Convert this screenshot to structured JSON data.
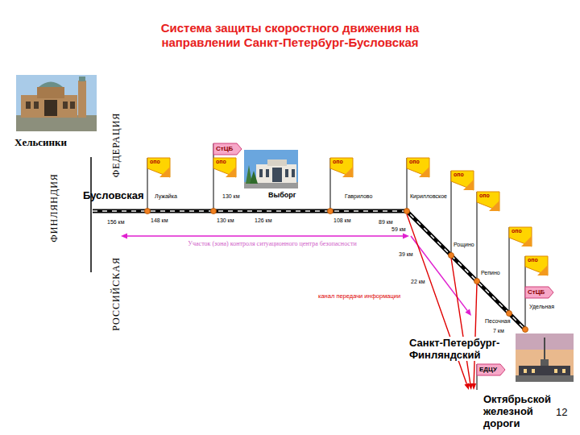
{
  "diagram": {
    "title": "Система защиты скоростного движения на направлении Санкт-Петербург-Бусловская",
    "nodes": [
      {
        "text": [
          "СтЦБ"
        ]
      },
      {
        "text": [
          "опо"
        ]
      },
      {
        "text": [
          "опо"
        ]
      },
      {
        "text": [
          "опо"
        ]
      },
      {
        "text": [
          "опо"
        ]
      },
      {
        "text": [
          "опо"
        ]
      },
      {
        "text": [
          "опо"
        ]
      },
      {
        "text": [
          "опо"
        ]
      },
      {
        "text": [
          "опо"
        ]
      },
      {
        "text": [
          "СтЦБ"
        ]
      },
      {
        "text": [
          "ЕДЦУ"
        ]
      }
    ],
    "labels": [
      "Хельсинки",
      "ФЕДЕРАЦИЯ",
      "ФИНЛЯНДИЯ",
      "РОССИЙСКАЯ",
      "Бусловская",
      "Лужайка",
      "130 км",
      "Выборг",
      "Гаврилово",
      "Кирилловское",
      "156 км",
      "148 км",
      "130 км",
      "126 км",
      "108 км",
      "89 км",
      "59 км",
      "Рощино",
      "Участок (зона) контроля ситуационного центра безопасности",
      "Репино",
      "39 км",
      "22 км",
      "канал передачи информации",
      "Песочная",
      "Удельная",
      "7 км",
      "Санкт-Петербург-Финляндский",
      "Октябрьской железной дороги",
      "12"
    ]
  }
}
